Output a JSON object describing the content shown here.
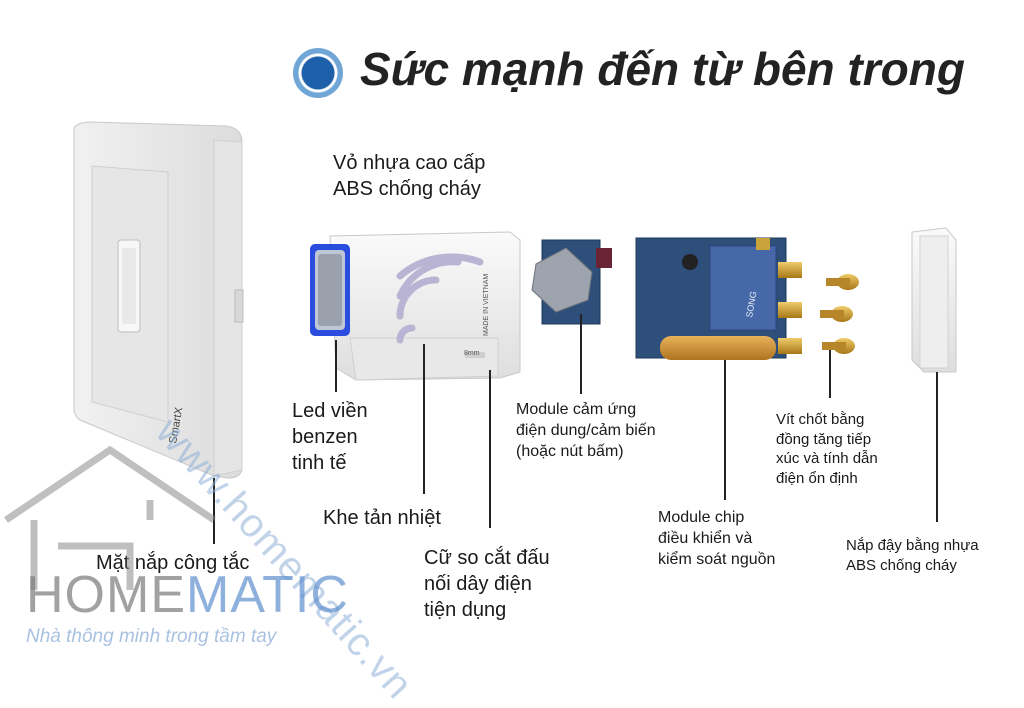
{
  "title": "Sức mạnh đến từ bên trong",
  "labels": {
    "vo_nhua": "Vỏ nhựa cao cấp\nABS chống cháy",
    "led_vien": "Led viền\nbenzen\ntinh tế",
    "khe_tan_nhiet": "Khe tản nhiệt",
    "mat_nap": "Mặt nắp công tắc",
    "cu_so": "Cữ so cắt đấu\nnối dây điện\ntiện dụng",
    "module_cam_ung": "Module cảm ứng\nđiện dung/cảm biến\n(hoặc nút bấm)",
    "module_chip": "Module chip\nđiều khiển và\nkiểm soát nguồn",
    "vit_chot": "Vít chốt bằng\nđồng tăng tiếp\nxúc và tính dẫn\nđiện ổn định",
    "nap_day": "Nắp đậy bằng nhựa\nABS chống cháy"
  },
  "product_marks": {
    "brand": "SmartX",
    "made_in": "MADE IN VIETNAM",
    "size": "8mm",
    "relay": "SONG"
  },
  "watermark": {
    "url": "www.homematic.vn",
    "brand_a": "HOME",
    "brand_b": "MATIC",
    "tagline": "Nhà thông minh trong tầm tay"
  },
  "colors": {
    "led": "#2a4de0",
    "pcb": "#2d4f7a",
    "brass": "#c8982a",
    "title_dot": "#1d5fa8"
  }
}
